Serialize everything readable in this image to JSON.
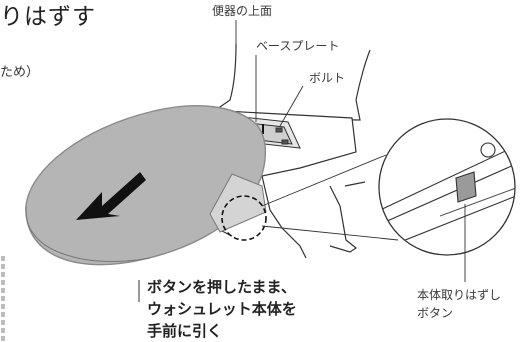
{
  "page": {
    "title_fragment": "りはずす",
    "subtitle_fragment": "ため）"
  },
  "labels": {
    "toilet_top": "便器の上面",
    "base_plate": "ベースプレート",
    "bolt": "ボルト",
    "release_button": [
      "本体取りはずし",
      "ボタン"
    ]
  },
  "instruction": {
    "lines": [
      "ボタンを押したまま、",
      "ウォシュレット本体を",
      "手前に引く"
    ]
  },
  "colors": {
    "seat": "#b5b5b5",
    "seat_edge": "#909090",
    "arrow": "#111111",
    "line": "#333333",
    "side_bar": "#bdbdbd"
  }
}
